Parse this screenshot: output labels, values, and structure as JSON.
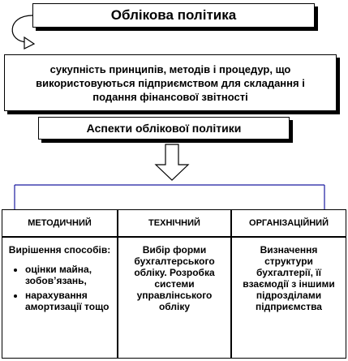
{
  "title": "Облікова політика",
  "definition": "сукупність принципів, методів і процедур, що використовуються підприємством для складання і подання фінансової звітності",
  "aspects_title": "Аспекти облікової політики",
  "columns": [
    {
      "header": "МЕТОДИЧНИЙ",
      "intro": "Вирішення способів:",
      "bullets": [
        "оцінки майна, зобов’язань,",
        "нарахування амортизації тощо"
      ]
    },
    {
      "header": "ТЕХНІЧНИЙ",
      "text": "Вибір форми бухгалтерського обліку. Розробка системи управлінського обліку"
    },
    {
      "header": "ОРГАНІЗАЦІЙНИЙ",
      "text": "Визначення структури бухгалтерії, її взаємодії з іншими підрозділами підприємства"
    }
  ],
  "colors": {
    "connector": "#1a1aa0",
    "border": "#000000"
  }
}
